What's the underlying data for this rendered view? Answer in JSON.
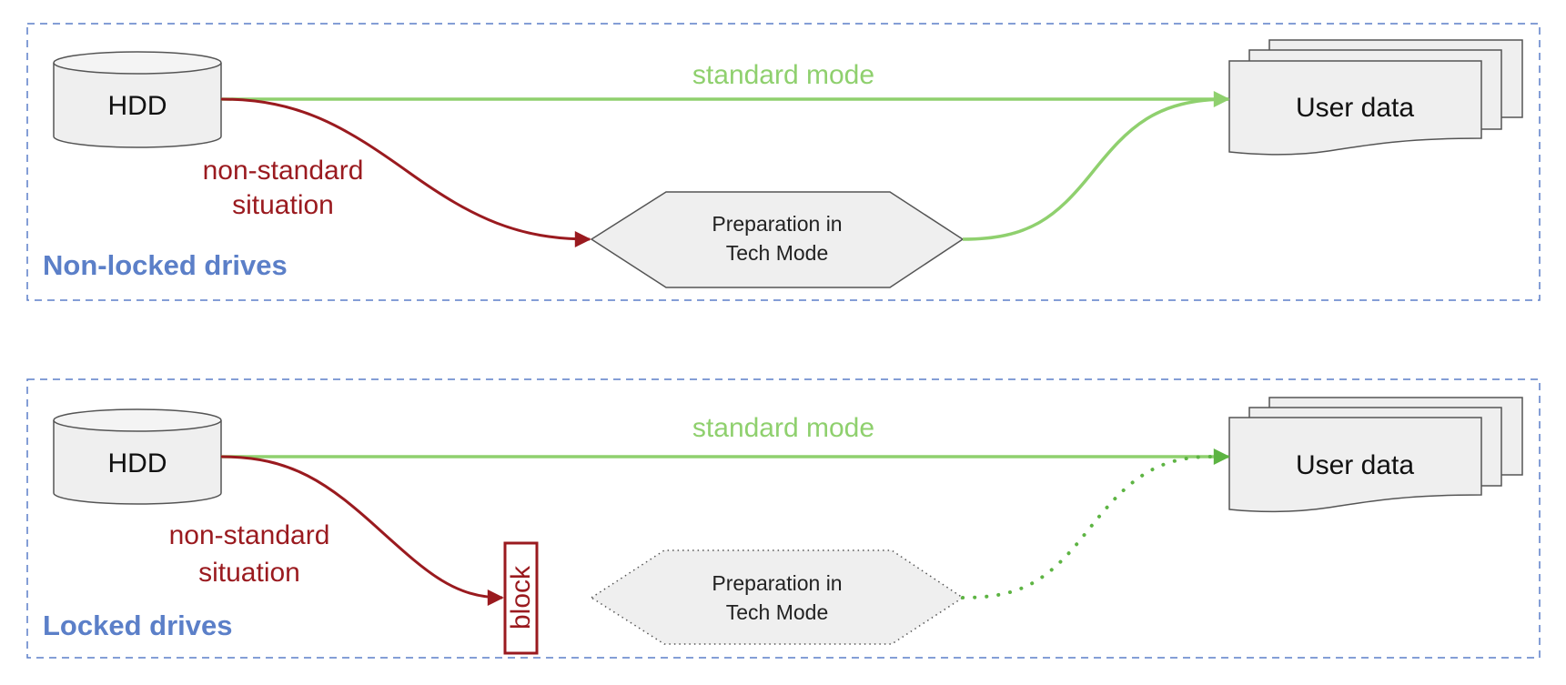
{
  "colors": {
    "group_border": "#5B7FC8",
    "group_label": "#5B7FC8",
    "standard_edge": "#8FD06E",
    "standard_arrow_locked": "#5DB443",
    "dotted_edge": "#5DB443",
    "nonstandard_edge": "#9A1A1F",
    "node_fill": "#EFEFEF",
    "node_stroke": "#555555"
  },
  "groups": [
    {
      "id": "non-locked",
      "label": "Non-locked drives",
      "source": {
        "label": "HDD",
        "shape": "cylinder"
      },
      "target": {
        "label": "User data",
        "shape": "multi-document"
      },
      "process": {
        "line1": "Preparation in",
        "line2": "Tech Mode",
        "shape": "hexagon",
        "style": "solid"
      },
      "standard_edge_label": "standard mode",
      "nonstandard_edge_label": {
        "line1": "non-standard",
        "line2": "situation"
      },
      "blocked": false
    },
    {
      "id": "locked",
      "label": "Locked drives",
      "source": {
        "label": "HDD",
        "shape": "cylinder"
      },
      "target": {
        "label": "User data",
        "shape": "multi-document"
      },
      "process": {
        "line1": "Preparation in",
        "line2": "Tech Mode",
        "shape": "hexagon",
        "style": "dotted"
      },
      "standard_edge_label": "standard mode",
      "nonstandard_edge_label": {
        "line1": "non-standard",
        "line2": "situation"
      },
      "blocked": true,
      "block_label": "block"
    }
  ]
}
